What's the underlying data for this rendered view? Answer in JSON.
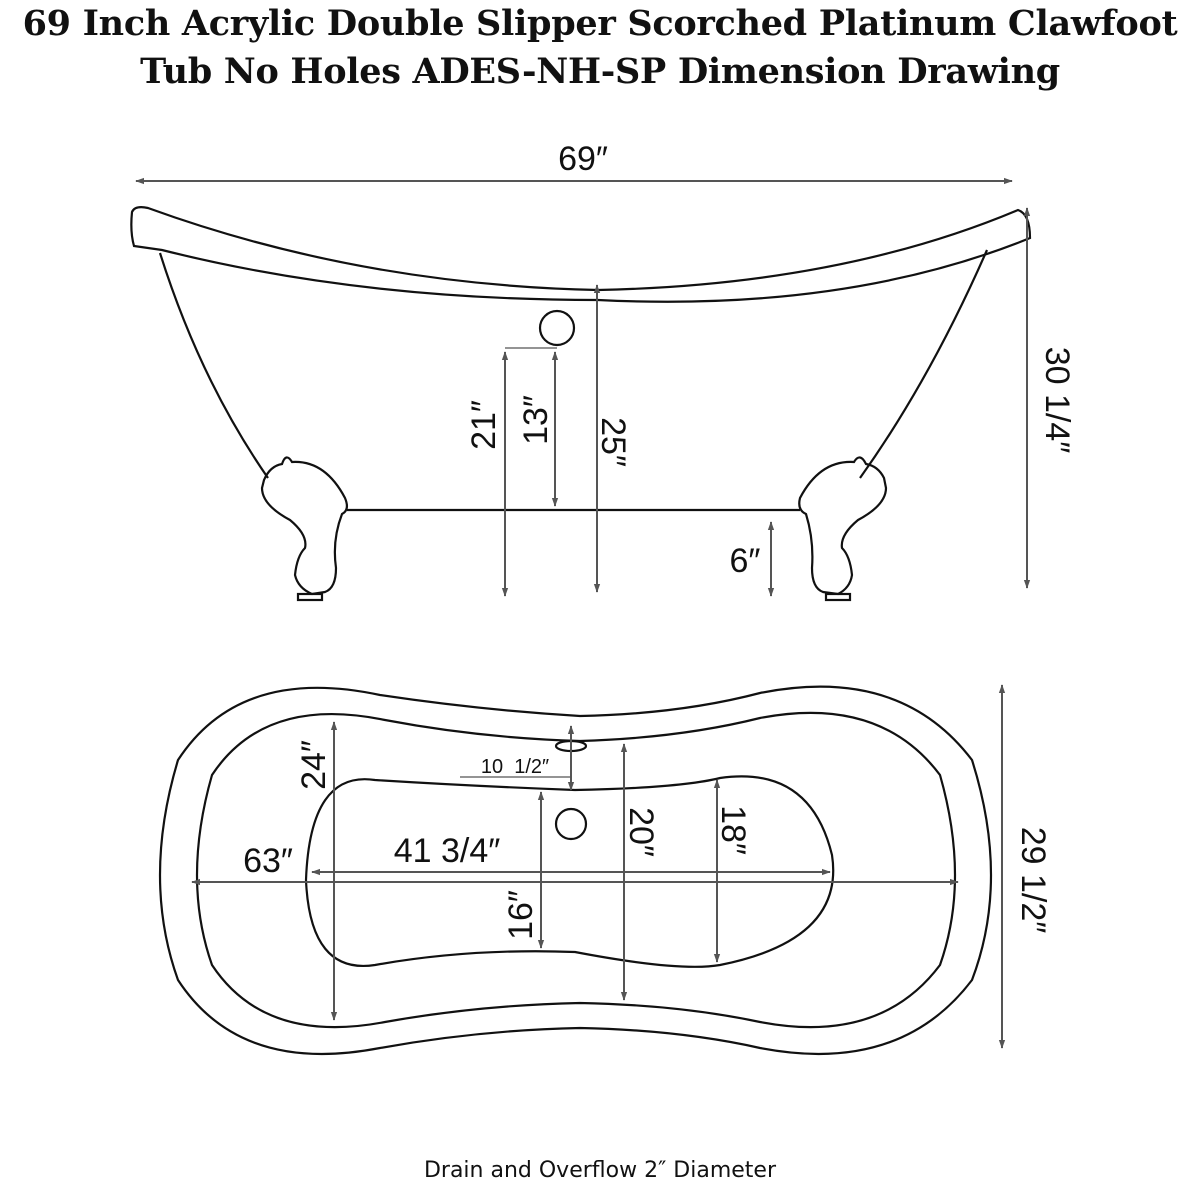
{
  "title": {
    "line1": "69 Inch Acrylic Double Slipper Scorched Platinum Clawfoot",
    "line2": "Tub No Holes ADES-NH-SP Dimension Drawing"
  },
  "side_view": {
    "overall_length": "69″",
    "overall_height": "30 1/4″",
    "rim_to_floor": "25″",
    "overflow_to_floor": "21″",
    "overflow_to_tub_bottom": "13″",
    "bottom_clearance": "6″"
  },
  "top_view": {
    "outer_length": "63″",
    "interior_bottom_length": "41 3/4″",
    "outer_width": "29 1/2″",
    "interior_width_end": "24″",
    "interior_width_middle": "20″",
    "bottom_width_end": "18″",
    "bottom_width_middle": "16″",
    "overflow_to_drain": "10  1/2″"
  },
  "footer": {
    "note": "Drain and Overflow 2″ Diameter"
  },
  "colors": {
    "line": "#111111",
    "dimension": "#555555",
    "background": "#ffffff"
  }
}
